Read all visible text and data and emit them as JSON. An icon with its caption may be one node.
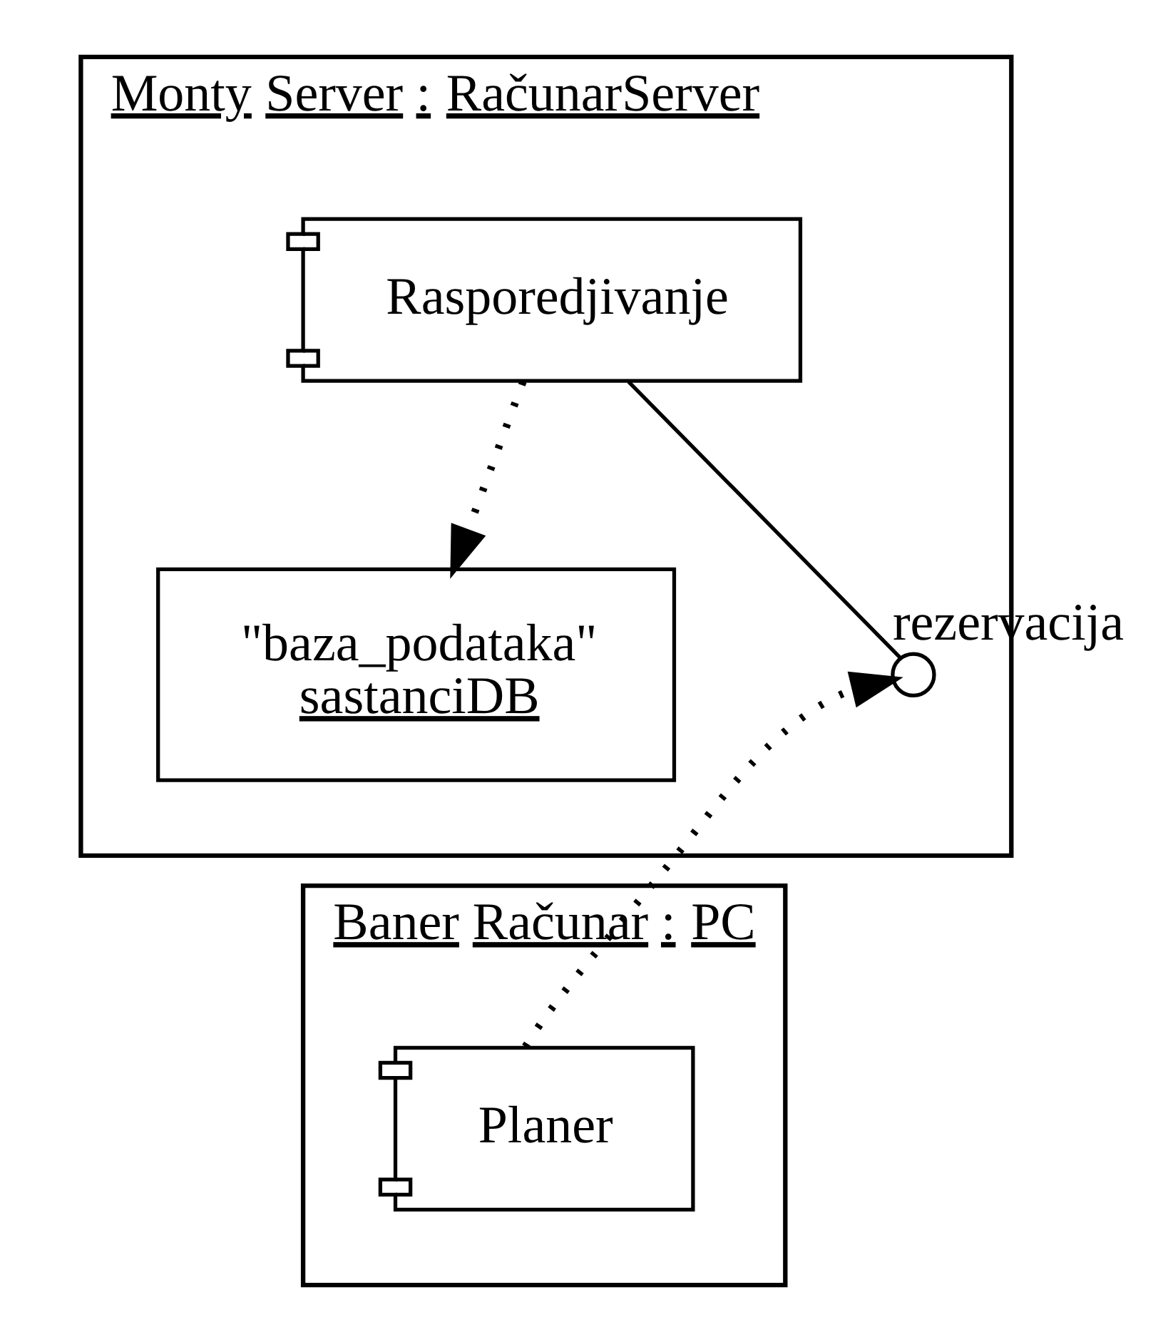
{
  "diagram": {
    "nodes": [
      {
        "text": [
          "Monty Server : RačunarServer"
        ]
      },
      {
        "text": [
          "Rasporedjivanje"
        ],
        "in": 0
      },
      {
        "text": [
          "\"baza_podataka\"",
          "sastanciDB"
        ],
        "in": 0
      },
      {
        "text": [],
        "shape": "circle",
        "beside": [
          "rezervacija"
        ],
        "in": 0
      },
      {
        "text": [
          "Baner Računar : PC"
        ]
      },
      {
        "text": [
          "Planer"
        ],
        "in": 4
      }
    ],
    "edges": [
      {
        "from": 1,
        "to": 2,
        "arrow": "to",
        "style": "dashed"
      },
      {
        "from": 1,
        "to": 3,
        "arrow": "none"
      },
      {
        "from": 5,
        "to": 3,
        "arrow": "to",
        "style": "dashed"
      }
    ]
  }
}
